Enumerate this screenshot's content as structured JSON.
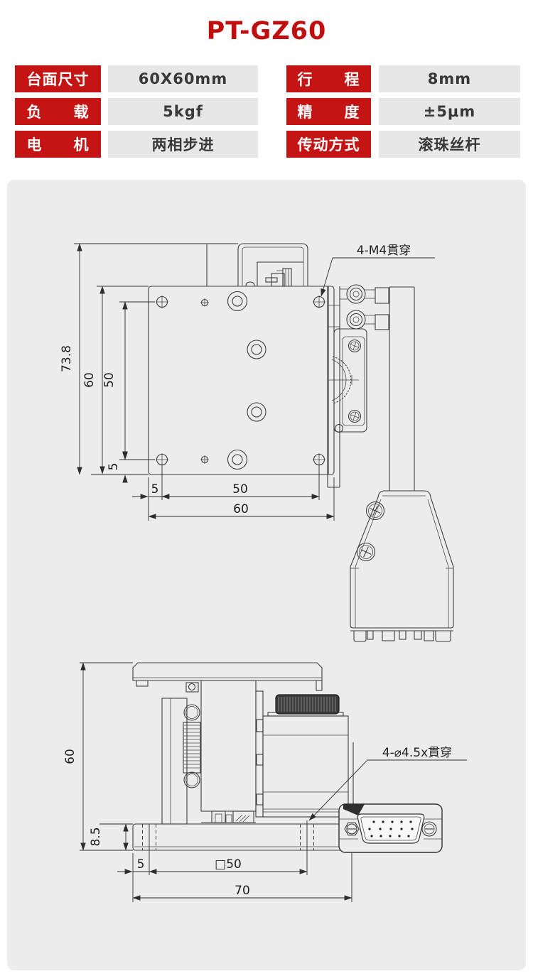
{
  "page": {
    "title": "PT-GZ60"
  },
  "specs": {
    "left": [
      {
        "label": "台面尺寸",
        "value": "60X60mm"
      },
      {
        "label": "负　　载",
        "value": "5kgf"
      },
      {
        "label": "电　　机",
        "value": "两相步进"
      }
    ],
    "right": [
      {
        "label": "行　　程",
        "value": "8mm"
      },
      {
        "label": "精　　度",
        "value": "±5μm"
      },
      {
        "label": "传动方式",
        "value": "滚珠丝杆"
      }
    ]
  },
  "top_view": {
    "thread_label": "4-M4貫穿",
    "dim_total_height": "73.8",
    "dim_height_60": "60",
    "dim_height_50": "50",
    "dim_height_5": "5",
    "dim_width_5": "5",
    "dim_width_50": "50",
    "dim_width_60": "60"
  },
  "side_view": {
    "hole_label": "4-⌀4.5x貫穿",
    "dim_height_60": "60",
    "dim_base_height": "8.5",
    "dim_width_5": "5",
    "dim_width_50": "□50",
    "dim_width_70": "70"
  }
}
